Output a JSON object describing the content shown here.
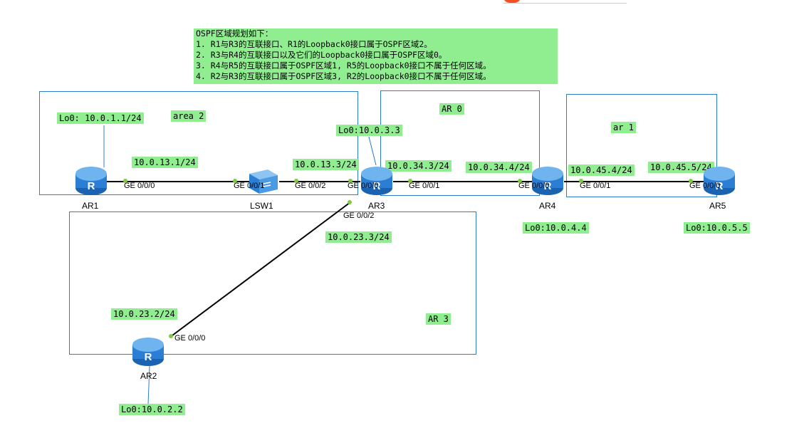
{
  "note": {
    "title": "OSPF区域规划如下：",
    "lines": [
      "1. R1与R3的互联接口、R1的Loopback0接口属于OSPF区域2。",
      "2. R3与R4的互联接口以及它们的Loopback0接口属于OSPF区域0。",
      "3. R4与R5的互联接口属于OSPF区域1, R5的Loopback0接口不属于任何区域。",
      "4. R2与R3的互联接口属于OSPF区域3, R2的Loopback0接口不属于任何区域。"
    ]
  },
  "areas": {
    "area2": "area 2",
    "area0": "AR 0",
    "area1": "ar 1",
    "area3": "AR 3"
  },
  "devices": {
    "ar1": "AR1",
    "lsw1": "LSW1",
    "ar3": "AR3",
    "ar4": "AR4",
    "ar5": "AR5",
    "ar2": "AR2"
  },
  "loopbacks": {
    "ar1": "Lo0: 10.0.1.1/24",
    "ar3": "Lo0:10.0.3.3",
    "ar4": "Lo0:10.0.4.4",
    "ar5": "Lo0:10.0.5.5",
    "ar2": "Lo0:10.0.2.2"
  },
  "ips": {
    "r1_r3": "10.0.13.1/24",
    "r3_r1": "10.0.13.3/24",
    "r3_r4": "10.0.34.3/24",
    "r4_r3": "10.0.34.4/24",
    "r4_r5": "10.0.45.4/24",
    "r5_r4": "10.0.45.5/24",
    "r3_r2": "10.0.23.3/24",
    "r2_r3": "10.0.23.2/24"
  },
  "ports": {
    "ar1_ge000": "GE 0/0/0",
    "lsw1_ge001": "GE 0/0/1",
    "lsw1_ge002": "GE 0/0/2",
    "ar3_ge000": "GE 0/0/0",
    "ar3_ge001": "GE 0/0/1",
    "ar3_ge002": "GE 0/0/2",
    "ar4_ge000": "GE 0/0/0",
    "ar4_ge001": "GE 0/0/1",
    "ar5_ge000": "GE 0/0/0",
    "ar2_ge000": "GE 0/0/0"
  },
  "colors": {
    "label_bg": "#90ee90",
    "area_border": "#2b7cd3",
    "router_body": "#2a7fd4",
    "link": "#000000",
    "port_dot": "#7ccd3c"
  }
}
